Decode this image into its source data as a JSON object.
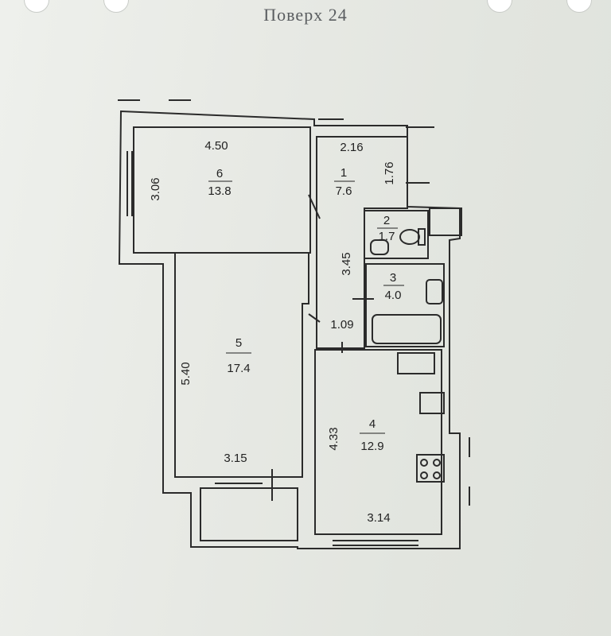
{
  "header": {
    "floor_title": "Поверх 24"
  },
  "rooms": [
    {
      "id": "6",
      "number": "6",
      "area": "13.8"
    },
    {
      "id": "1",
      "number": "1",
      "area": "7.6"
    },
    {
      "id": "2",
      "number": "2",
      "area": "1.7"
    },
    {
      "id": "3",
      "number": "3",
      "area": "4.0"
    },
    {
      "id": "5",
      "number": "5",
      "area": "17.4"
    },
    {
      "id": "4",
      "number": "4",
      "area": "12.9"
    }
  ],
  "dimensions": {
    "room6_width": "4.50",
    "room6_height": "3.06",
    "room1_width": "2.16",
    "room1_height": "1.76",
    "corridor_length": "3.45",
    "corridor_width": "1.09",
    "room5_height": "5.40",
    "room5_width": "3.15",
    "room4_height": "4.33",
    "room4_width": "3.14"
  }
}
